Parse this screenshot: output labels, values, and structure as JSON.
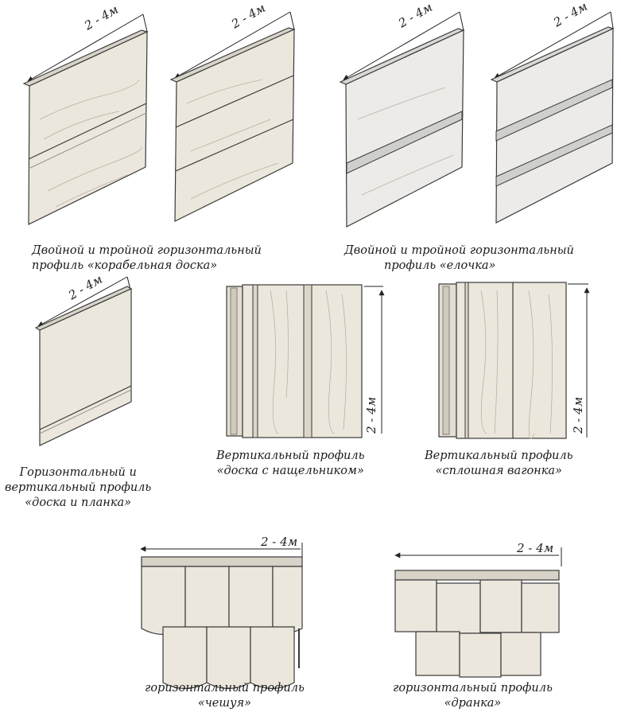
{
  "dimension_label": "2 - 4м",
  "colors": {
    "panel_fill": "#ece7dc",
    "panel_fill_grey": "#ecebe8",
    "panel_stroke": "#3a3a3a",
    "wood_grain": "#b9b0a2",
    "background": "#ffffff"
  },
  "captions": {
    "ship_board": [
      "Двойной и тройной горизонтальный",
      "профиль «корабельная доска»"
    ],
    "herringbone": [
      "Двойной и тройной горизонтальный",
      "профиль «елочка»"
    ],
    "board_plank": [
      "Горизонтальный и",
      "вертикальный профиль",
      "«доска и планка»"
    ],
    "board_batten": [
      "Вертикальный профиль",
      "«доска с нащельником»"
    ],
    "solid_lining": [
      "Вертикальный профиль",
      "«сплошная вагонка»"
    ],
    "scales": [
      "горизонтальный профиль",
      "«чешуя»"
    ],
    "shingle": [
      "горизонтальный профиль",
      "«дранка»"
    ]
  }
}
